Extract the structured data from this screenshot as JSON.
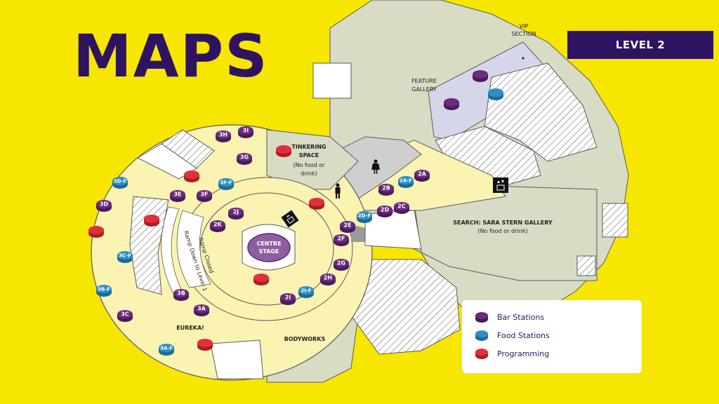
{
  "header": {
    "title": "MAPS",
    "level": "LEVEL 2"
  },
  "colors": {
    "background": "#f7e600",
    "navy": "#2e1460",
    "bar_station": "#6a2a7e",
    "food_station": "#2e8fc8",
    "programming": "#e0303a",
    "floor": "#faf3b2",
    "gallery": "#d8dcc4",
    "vip": "#d6d6ea",
    "stage": "#8d5fa0"
  },
  "areas": {
    "vip": [
      "VIP",
      "SECTION"
    ],
    "feature": [
      "FEATURE",
      "GALLERY"
    ],
    "tinkering": [
      "TINKERING",
      "SPACE",
      "(No food or",
      "drink)"
    ],
    "search": [
      "SEARCH: SARA STERN GALLERY",
      "(No food or drink)"
    ],
    "bodyworks": "BODYWORKS",
    "eureka": "EUREKA!",
    "stage": [
      "CENTRE",
      "STAGE"
    ],
    "ramp_closed": "Ramp Closed",
    "ramp_down": "Ramp Down to Level 1"
  },
  "markers": [
    {
      "label": "3H",
      "type": "bar"
    },
    {
      "label": "3I",
      "type": "bar"
    },
    {
      "label": "3G",
      "type": "bar"
    },
    {
      "label": "3D-F",
      "type": "food"
    },
    {
      "label": "3E",
      "type": "bar"
    },
    {
      "label": "3F",
      "type": "bar"
    },
    {
      "label": "3F-F",
      "type": "food"
    },
    {
      "label": "3D",
      "type": "bar"
    },
    {
      "label": "2J",
      "type": "bar"
    },
    {
      "label": "2K",
      "type": "bar"
    },
    {
      "label": "3C-F",
      "type": "food"
    },
    {
      "label": "3B-F",
      "type": "food"
    },
    {
      "label": "3B",
      "type": "bar"
    },
    {
      "label": "3A",
      "type": "bar"
    },
    {
      "label": "3C",
      "type": "bar"
    },
    {
      "label": "3A-F",
      "type": "food"
    },
    {
      "label": "2A",
      "type": "bar"
    },
    {
      "label": "2A-F",
      "type": "food"
    },
    {
      "label": "2B",
      "type": "bar"
    },
    {
      "label": "2C",
      "type": "bar"
    },
    {
      "label": "2D",
      "type": "bar"
    },
    {
      "label": "2D-F",
      "type": "food"
    },
    {
      "label": "2E",
      "type": "bar"
    },
    {
      "label": "2F",
      "type": "bar"
    },
    {
      "label": "2G",
      "type": "bar"
    },
    {
      "label": "2H",
      "type": "bar"
    },
    {
      "label": "2I-F",
      "type": "food"
    },
    {
      "label": "2I",
      "type": "bar"
    },
    {
      "label": "",
      "type": "bar"
    },
    {
      "label": "",
      "type": "bar"
    },
    {
      "label": "",
      "type": "food"
    },
    {
      "label": "",
      "type": "prog"
    },
    {
      "label": "",
      "type": "prog"
    },
    {
      "label": "",
      "type": "prog"
    },
    {
      "label": "",
      "type": "prog"
    },
    {
      "label": "",
      "type": "prog"
    },
    {
      "label": "",
      "type": "prog"
    },
    {
      "label": "",
      "type": "prog"
    }
  ],
  "legend": [
    {
      "label": "Bar Stations",
      "type": "bar"
    },
    {
      "label": "Food Stations",
      "type": "food"
    },
    {
      "label": "Programming",
      "type": "prog"
    }
  ],
  "icons": [
    "restroom-female-icon",
    "restroom-male-icon",
    "elevator-icon",
    "info-point-icon"
  ]
}
